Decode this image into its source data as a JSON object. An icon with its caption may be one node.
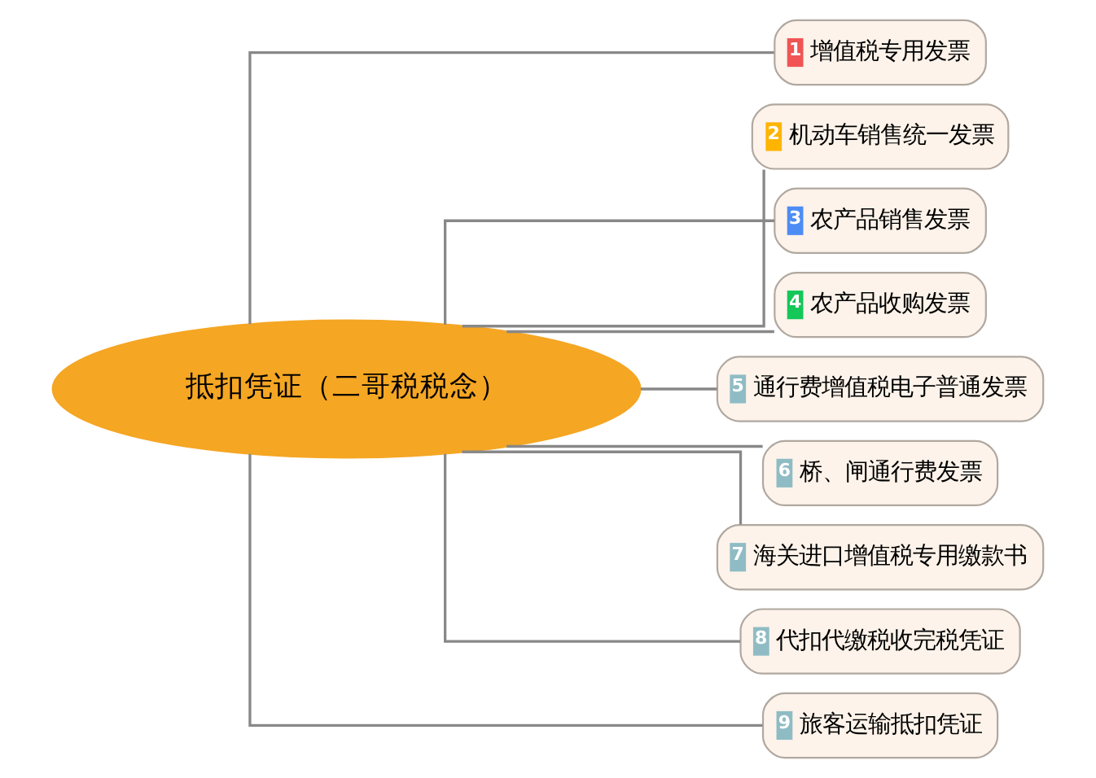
{
  "diagram": {
    "nodes": [
      {
        "text": [
          "抵扣凭证（二哥税税念）"
        ]
      },
      {
        "text": [
          "1",
          "增值税专用发票"
        ]
      },
      {
        "text": [
          "2",
          "机动车销售统一发票"
        ]
      },
      {
        "text": [
          "3",
          "农产品销售发票"
        ]
      },
      {
        "text": [
          "4",
          "农产品收购发票"
        ]
      },
      {
        "text": [
          "5",
          "通行费增值税电子普通发票"
        ]
      },
      {
        "text": [
          "6",
          "桥、闸通行费发票"
        ]
      },
      {
        "text": [
          "7",
          "海关进口增值税专用缴款书"
        ]
      },
      {
        "text": [
          "8",
          "代扣代缴税收完税凭证"
        ]
      },
      {
        "text": [
          "9",
          "旅客运输抵扣凭证"
        ]
      }
    ],
    "edges": [
      {
        "from": 0,
        "to": 1,
        "arrow": "none"
      },
      {
        "from": 0,
        "to": 2,
        "arrow": "none"
      },
      {
        "from": 0,
        "to": 3,
        "arrow": "none"
      },
      {
        "from": 0,
        "to": 4,
        "arrow": "none"
      },
      {
        "from": 0,
        "to": 5,
        "arrow": "none"
      },
      {
        "from": 0,
        "to": 6,
        "arrow": "none"
      },
      {
        "from": 0,
        "to": 7,
        "arrow": "none"
      },
      {
        "from": 0,
        "to": 8,
        "arrow": "none"
      },
      {
        "from": 0,
        "to": 9,
        "arrow": "none"
      }
    ]
  }
}
